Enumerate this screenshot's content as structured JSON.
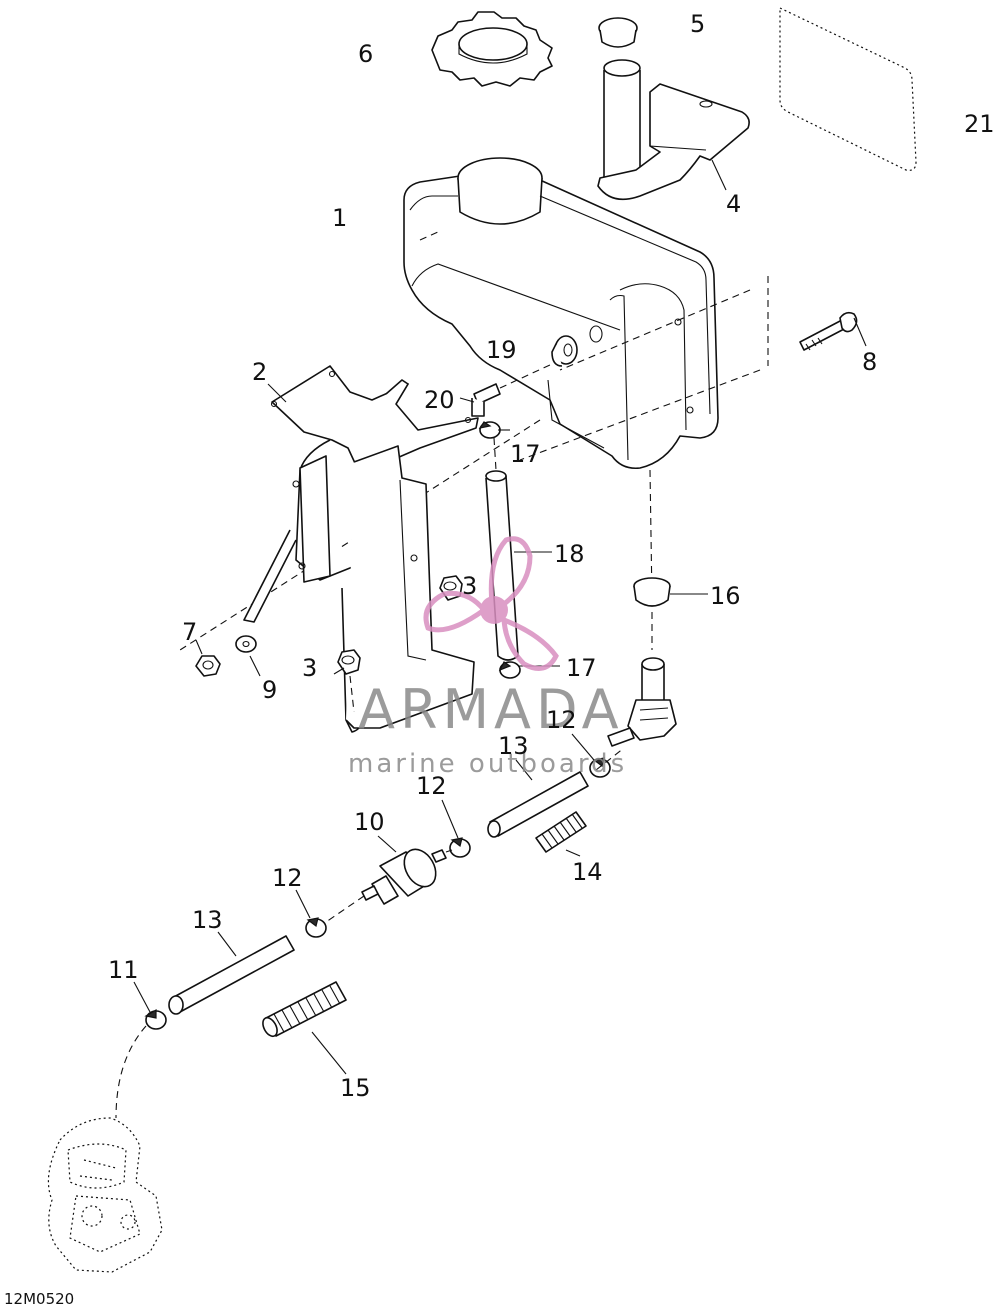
{
  "diagram": {
    "figure_code": "12M0520",
    "watermark": {
      "title": "ARMADA",
      "subtitle": "marine outboards",
      "color": "#d98fc0"
    },
    "callouts": [
      {
        "id": "c6",
        "text": "6"
      },
      {
        "id": "c5",
        "text": "5"
      },
      {
        "id": "c21",
        "text": "21"
      },
      {
        "id": "c4",
        "text": "4"
      },
      {
        "id": "c1",
        "text": "1"
      },
      {
        "id": "c8",
        "text": "8"
      },
      {
        "id": "c19",
        "text": "19"
      },
      {
        "id": "c2",
        "text": "2"
      },
      {
        "id": "c20",
        "text": "20"
      },
      {
        "id": "c17a",
        "text": "17"
      },
      {
        "id": "c18",
        "text": "18"
      },
      {
        "id": "c3a",
        "text": "3"
      },
      {
        "id": "c16",
        "text": "16"
      },
      {
        "id": "c7",
        "text": "7"
      },
      {
        "id": "c9",
        "text": "9"
      },
      {
        "id": "c3b",
        "text": "3"
      },
      {
        "id": "c17b",
        "text": "17"
      },
      {
        "id": "c12a",
        "text": "12"
      },
      {
        "id": "c13a",
        "text": "13"
      },
      {
        "id": "c12b",
        "text": "12"
      },
      {
        "id": "c10",
        "text": "10"
      },
      {
        "id": "c14",
        "text": "14"
      },
      {
        "id": "c12c",
        "text": "12"
      },
      {
        "id": "c13b",
        "text": "13"
      },
      {
        "id": "c11",
        "text": "11"
      },
      {
        "id": "c15",
        "text": "15"
      }
    ]
  }
}
